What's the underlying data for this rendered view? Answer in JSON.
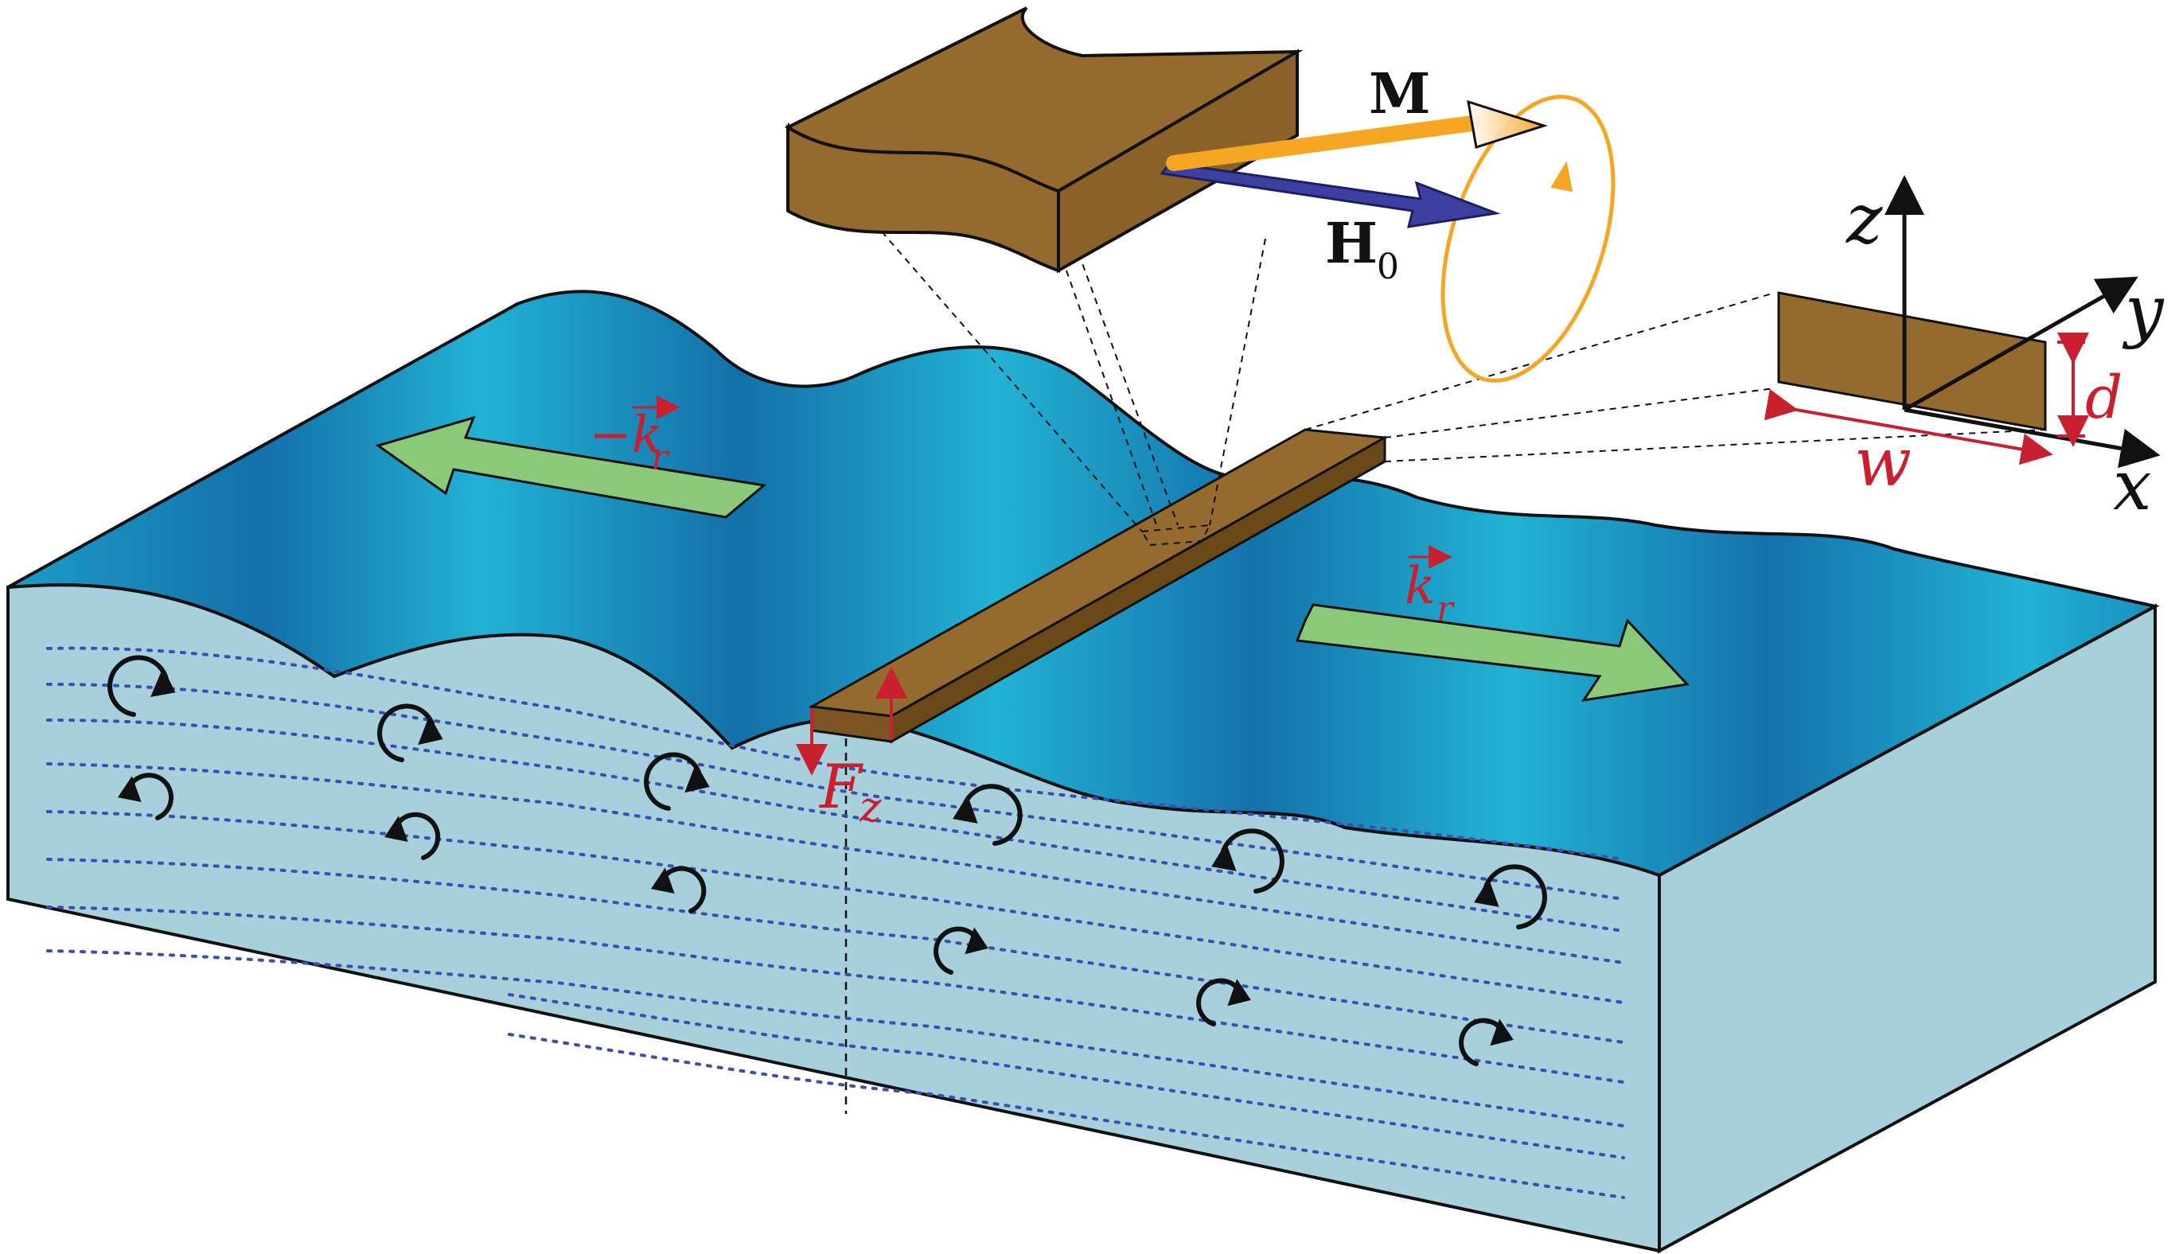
{
  "labels": {
    "magnetization": "M",
    "field_main": "H",
    "field_sub": "0",
    "axis_z": "z",
    "axis_y": "y",
    "axis_x": "x",
    "thickness": "d",
    "width": "w",
    "force_main": "F",
    "force_sub": "z",
    "k_left_main": "−k",
    "k_left_sub": "r",
    "k_right_main": "k",
    "k_right_sub": "r"
  },
  "colors": {
    "water_top_light": "#22b2d4",
    "water_top_dark": "#1470a8",
    "water_side": "#a8d0dc",
    "magnet": "#946a2e",
    "magnet_arrow": "#f5a623",
    "field_arrow": "#3d40a0",
    "flow_arrow": "#8bc97a",
    "velocity_marks": "#3b4fb0",
    "annotation_red": "#c8202f"
  }
}
